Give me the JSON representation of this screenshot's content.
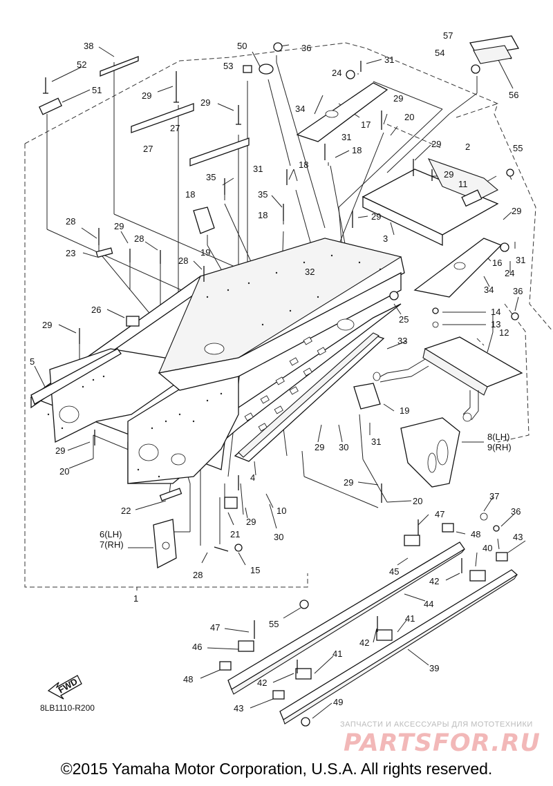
{
  "diagram": {
    "code": "8LB1110-R200",
    "fwd_label": "FWD",
    "copyright": "©2015 Yamaha Motor Corporation, U.S.A. All rights reserved.",
    "watermark": {
      "shop": "ЗАПЧАСТИ И АКСЕССУАРЫ ДЛЯ МОТОТЕХНИКИ",
      "brand": "PARTSFOR.RU",
      "color": "#e05050"
    },
    "callouts": [
      {
        "id": "c38",
        "label": "38"
      },
      {
        "id": "c52",
        "label": "52"
      },
      {
        "id": "c51",
        "label": "51"
      },
      {
        "id": "c29a",
        "label": "29"
      },
      {
        "id": "c27a",
        "label": "27"
      },
      {
        "id": "c29b",
        "label": "29"
      },
      {
        "id": "c27b",
        "label": "27"
      },
      {
        "id": "c50",
        "label": "50"
      },
      {
        "id": "c36a",
        "label": "36"
      },
      {
        "id": "c53",
        "label": "53"
      },
      {
        "id": "c24a",
        "label": "24"
      },
      {
        "id": "c31a",
        "label": "31"
      },
      {
        "id": "c34a",
        "label": "34"
      },
      {
        "id": "c17",
        "label": "17"
      },
      {
        "id": "c29c",
        "label": "29"
      },
      {
        "id": "c20a",
        "label": "20"
      },
      {
        "id": "c57",
        "label": "57"
      },
      {
        "id": "c54",
        "label": "54"
      },
      {
        "id": "c56",
        "label": "56"
      },
      {
        "id": "c31b",
        "label": "31"
      },
      {
        "id": "c18a",
        "label": "18"
      },
      {
        "id": "c31c",
        "label": "31"
      },
      {
        "id": "c18b",
        "label": "18"
      },
      {
        "id": "c35a",
        "label": "35"
      },
      {
        "id": "c18c",
        "label": "18"
      },
      {
        "id": "c35b",
        "label": "35"
      },
      {
        "id": "c18d",
        "label": "18"
      },
      {
        "id": "c19a",
        "label": "19"
      },
      {
        "id": "c29d",
        "label": "29"
      },
      {
        "id": "c2",
        "label": "2"
      },
      {
        "id": "c55a",
        "label": "55"
      },
      {
        "id": "c29e",
        "label": "29"
      },
      {
        "id": "c11",
        "label": "11"
      },
      {
        "id": "c29f",
        "label": "29"
      },
      {
        "id": "c29g",
        "label": "29"
      },
      {
        "id": "c3",
        "label": "3"
      },
      {
        "id": "c16",
        "label": "16"
      },
      {
        "id": "c31d",
        "label": "31"
      },
      {
        "id": "c24b",
        "label": "24"
      },
      {
        "id": "c34b",
        "label": "34"
      },
      {
        "id": "c36b",
        "label": "36"
      },
      {
        "id": "c28a",
        "label": "28"
      },
      {
        "id": "c29h",
        "label": "29"
      },
      {
        "id": "c28b",
        "label": "28"
      },
      {
        "id": "c23",
        "label": "23"
      },
      {
        "id": "c28c",
        "label": "28"
      },
      {
        "id": "c32",
        "label": "32"
      },
      {
        "id": "c25",
        "label": "25"
      },
      {
        "id": "c14",
        "label": "14"
      },
      {
        "id": "c13",
        "label": "13"
      },
      {
        "id": "c12",
        "label": "12"
      },
      {
        "id": "c26",
        "label": "26"
      },
      {
        "id": "c29i",
        "label": "29"
      },
      {
        "id": "c5",
        "label": "5"
      },
      {
        "id": "c33",
        "label": "33"
      },
      {
        "id": "c19b",
        "label": "19"
      },
      {
        "id": "c8",
        "label": "8(LH)"
      },
      {
        "id": "c9",
        "label": "9(RH)"
      },
      {
        "id": "c29j",
        "label": "29"
      },
      {
        "id": "c20b",
        "label": "20"
      },
      {
        "id": "c29k",
        "label": "29"
      },
      {
        "id": "c30a",
        "label": "30"
      },
      {
        "id": "c31e",
        "label": "31"
      },
      {
        "id": "c4",
        "label": "4"
      },
      {
        "id": "c29l",
        "label": "29"
      },
      {
        "id": "c20c",
        "label": "20"
      },
      {
        "id": "c10",
        "label": "10"
      },
      {
        "id": "c29m",
        "label": "29"
      },
      {
        "id": "c37",
        "label": "37"
      },
      {
        "id": "c36c",
        "label": "36"
      },
      {
        "id": "c22",
        "label": "22"
      },
      {
        "id": "c21",
        "label": "21"
      },
      {
        "id": "c30b",
        "label": "30"
      },
      {
        "id": "c47a",
        "label": "47"
      },
      {
        "id": "c48a",
        "label": "48"
      },
      {
        "id": "c43a",
        "label": "43"
      },
      {
        "id": "c6",
        "label": "6(LH)"
      },
      {
        "id": "c7",
        "label": "7(RH)"
      },
      {
        "id": "c40",
        "label": "40"
      },
      {
        "id": "c45",
        "label": "45"
      },
      {
        "id": "c42a",
        "label": "42"
      },
      {
        "id": "c28d",
        "label": "28"
      },
      {
        "id": "c15",
        "label": "15"
      },
      {
        "id": "c1",
        "label": "1"
      },
      {
        "id": "c44",
        "label": "44"
      },
      {
        "id": "c55b",
        "label": "55"
      },
      {
        "id": "c47b",
        "label": "47"
      },
      {
        "id": "c41a",
        "label": "41"
      },
      {
        "id": "c46",
        "label": "46"
      },
      {
        "id": "c42b",
        "label": "42"
      },
      {
        "id": "c41b",
        "label": "41"
      },
      {
        "id": "c39",
        "label": "39"
      },
      {
        "id": "c48b",
        "label": "48"
      },
      {
        "id": "c42c",
        "label": "42"
      },
      {
        "id": "c49",
        "label": "49"
      },
      {
        "id": "c43b",
        "label": "43"
      }
    ]
  }
}
